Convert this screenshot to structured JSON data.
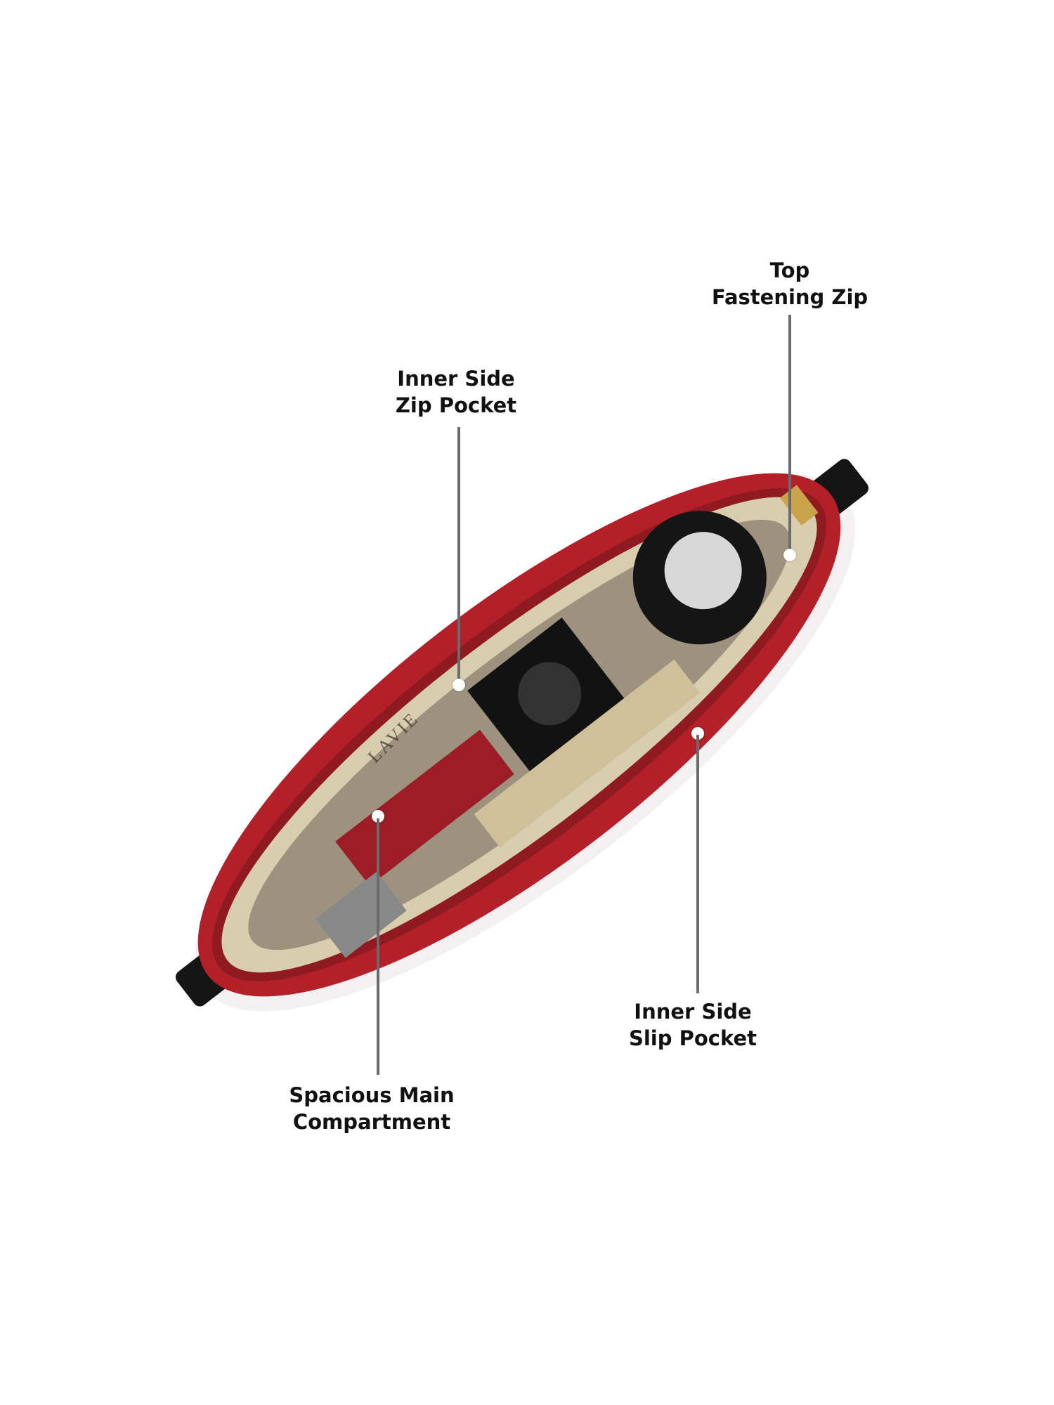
{
  "callouts": {
    "top_zip": {
      "line1": "Top",
      "line2": "Fastening Zip"
    },
    "inner_zip_pocket": {
      "line1": "Inner Side",
      "line2": "Zip Pocket"
    },
    "main_compartment": {
      "line1": "Spacious Main",
      "line2": "Compartment"
    },
    "slip_pocket": {
      "line1": "Inner Side",
      "line2": "Slip Pocket"
    }
  },
  "product": {
    "brand_mark": "LAVIE",
    "color": "#b3202a",
    "lining_color": "#d9cdb0"
  }
}
